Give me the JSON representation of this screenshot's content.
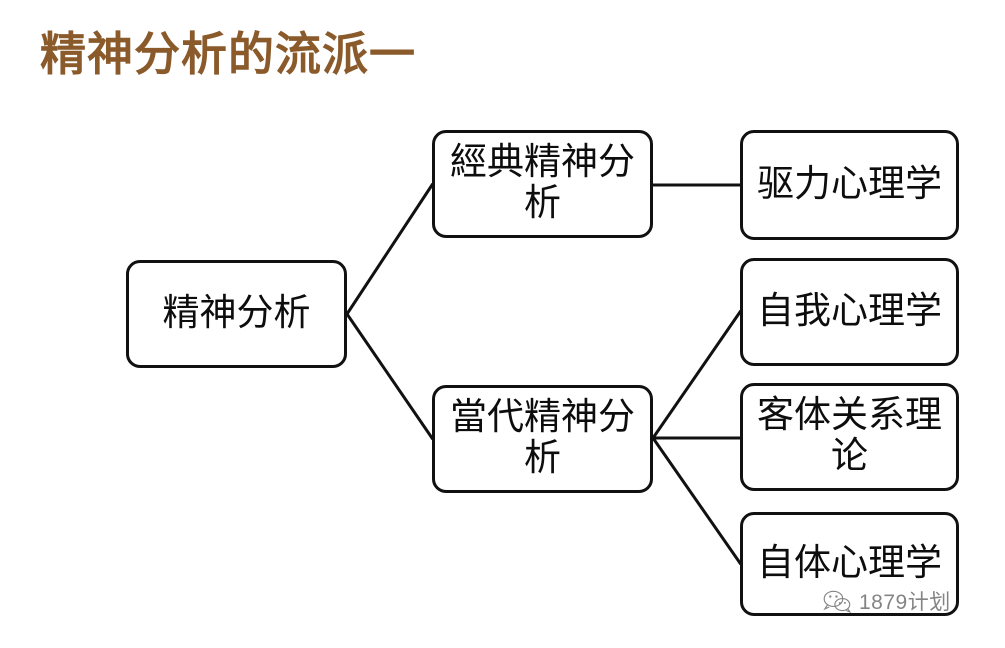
{
  "slide": {
    "title": "精神分析的流派一",
    "title_color": "#8a5a2b",
    "background_color": "#ffffff",
    "box_border_color": "#111111",
    "box_fill_color": "#ffffff",
    "connector_color": "#111111"
  },
  "diagram": {
    "type": "tree",
    "root": {
      "label": "精神分析"
    },
    "level2": [
      {
        "label": "經典精神分析"
      },
      {
        "label": "當代精神分析"
      }
    ],
    "level3": [
      {
        "label": "驱力心理学",
        "parent": "經典精神分析"
      },
      {
        "label": "自我心理学",
        "parent": "當代精神分析"
      },
      {
        "label": "客体关系理论",
        "parent": "當代精神分析"
      },
      {
        "label": "自体心理学",
        "parent": "當代精神分析"
      }
    ]
  },
  "watermark": {
    "label": "1879计划",
    "icon": "wechat-icon"
  }
}
